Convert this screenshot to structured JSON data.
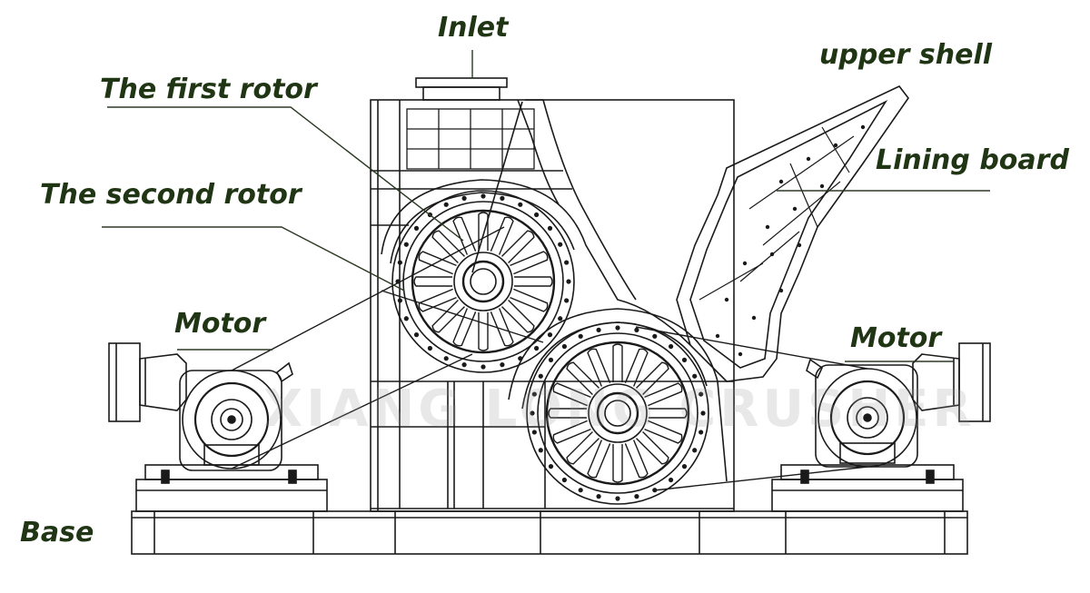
{
  "labels": {
    "inlet": "Inlet",
    "upper_shell": "upper shell",
    "first_rotor": "The first rotor",
    "lining_board": "Lining board",
    "second_rotor": "The second rotor",
    "motor_left": "Motor",
    "motor_right": "Motor",
    "base": "Base"
  },
  "watermark": "XIANG LONG CRUSHER",
  "colors": {
    "label_text": "#1f3514",
    "line": "#1a1a1a",
    "leader": "#2b3a22"
  }
}
